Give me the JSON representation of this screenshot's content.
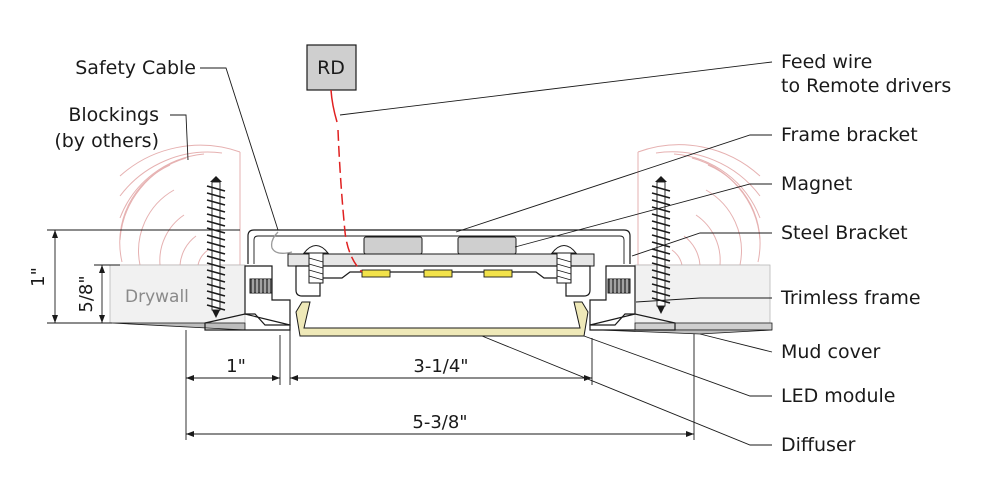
{
  "colors": {
    "feed_wire": "#e02020",
    "led_chip": "#f2e24a",
    "diffuser": "#efe9b8",
    "blocking_lines": "#e6b1b1",
    "drywall": "#f1f1f1",
    "magnet": "#cfcfcf"
  },
  "labels": {
    "safety_cable": "Safety Cable",
    "blockings_1": "Blockings",
    "blockings_2": "(by others)",
    "feed_wire_1": "Feed wire",
    "feed_wire_2": "to Remote drivers",
    "frame_bracket": "Frame bracket",
    "magnet": "Magnet",
    "steel_bracket": "Steel Bracket",
    "trimless_frame": "Trimless frame",
    "mud_cover": "Mud cover",
    "led_module": "LED module",
    "diffuser": "Diffuser",
    "drywall": "Drywall",
    "remote_driver": "RD"
  },
  "dimensions": {
    "height_total": "1\"",
    "height_drywall": "5/8\"",
    "flange_width": "1\"",
    "aperture_width": "3-1/4\"",
    "overall_width": "5-3/8\""
  },
  "icons": {
    "screw": "screw-icon",
    "bolt": "bolt-icon",
    "remote_driver": "remote-driver-box"
  }
}
